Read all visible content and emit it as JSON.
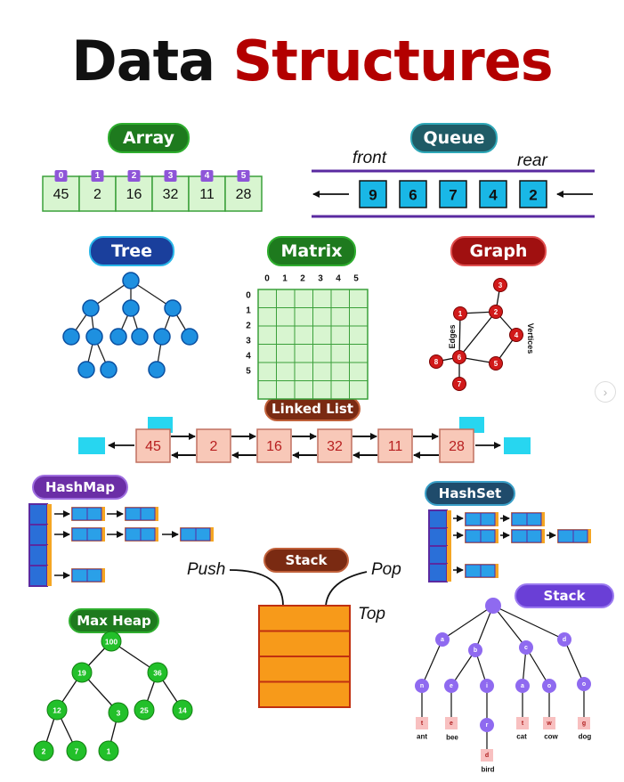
{
  "title": {
    "word1": "Data",
    "word2": "Structures"
  },
  "colors": {
    "black": "#111111",
    "red": "#b30000",
    "green": "#1e7a1e",
    "blue_dark": "#1a3f9c",
    "purple": "#6b2ea6",
    "teal": "#1f5b66",
    "brown": "#7a2a12",
    "violet": "#6a3fd6"
  },
  "sections": {
    "array": "Array",
    "queue": "Queue",
    "tree": "Tree",
    "matrix": "Matrix",
    "graph": "Graph",
    "linked_list": "Linked List",
    "hashmap": "HashMap",
    "hashset": "HashSet",
    "stack": "Stack",
    "max_heap": "Max Heap",
    "trie": "Stack"
  },
  "array": {
    "indices": [
      "0",
      "1",
      "2",
      "3",
      "4",
      "5"
    ],
    "values": [
      "45",
      "2",
      "16",
      "32",
      "11",
      "28"
    ]
  },
  "queue": {
    "front": "front",
    "rear": "rear",
    "values": [
      "9",
      "6",
      "7",
      "4",
      "2"
    ]
  },
  "matrix": {
    "cols": [
      "0",
      "1",
      "2",
      "3",
      "4",
      "5"
    ],
    "rows": [
      "0",
      "1",
      "2",
      "3",
      "4",
      "5"
    ]
  },
  "graph": {
    "nodes": [
      "1",
      "2",
      "3",
      "4",
      "5",
      "6",
      "7",
      "8"
    ],
    "edges_label": "Edges",
    "vertices_label": "Vertices"
  },
  "linked_list": {
    "values": [
      "45",
      "2",
      "16",
      "32",
      "11",
      "28"
    ]
  },
  "stack": {
    "push": "Push",
    "pop": "Pop",
    "top": "Top"
  },
  "max_heap": {
    "nodes": [
      "100",
      "19",
      "36",
      "12",
      "3",
      "25",
      "14",
      "2",
      "7",
      "1"
    ]
  },
  "trie": {
    "level1": [
      "a",
      "b",
      "c",
      "d"
    ],
    "level2": [
      "n",
      "e",
      "i",
      "a",
      "o",
      "o"
    ],
    "level3": [
      "t",
      "e",
      "r",
      "t",
      "w",
      "g"
    ],
    "level4": [
      "d"
    ],
    "words": [
      "ant",
      "bee",
      "bird",
      "cat",
      "cow",
      "dog"
    ]
  }
}
